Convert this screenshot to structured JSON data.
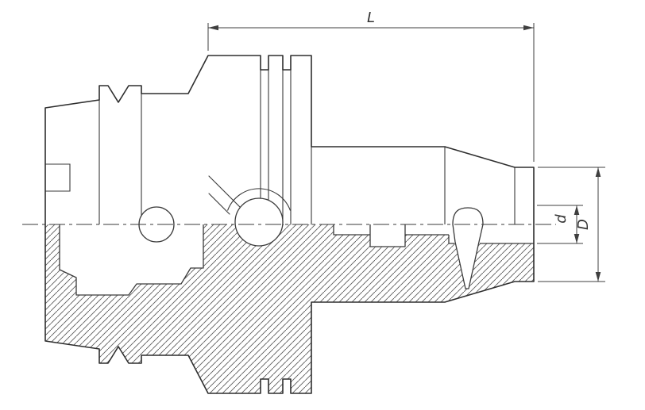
{
  "drawing": {
    "type": "technical-section-drawing",
    "subject": "HSK shank tool holder, side view with lower half section",
    "labels": {
      "length": "L",
      "bore_diameter": "d",
      "outer_diameter": "D"
    },
    "colors": {
      "background": "#ffffff",
      "outline": "#2e2e2e",
      "detail_line": "#3a3a3a",
      "dimension_line": "#3f3f3f",
      "hatch": "#5a5a5a",
      "label_text": "#333333"
    }
  }
}
